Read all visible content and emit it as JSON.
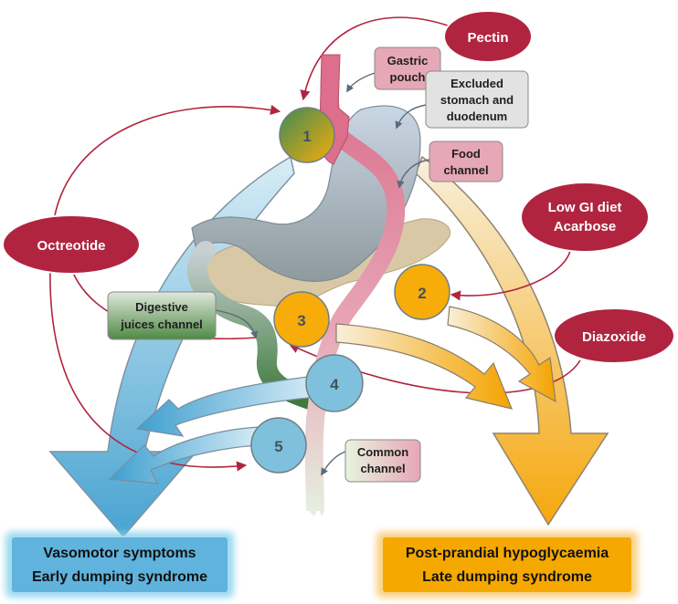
{
  "drugs": {
    "pectin": "Pectin",
    "octreotide": "Octreotide",
    "lowgi_line1": "Low GI diet",
    "lowgi_line2": "Acarbose",
    "diazoxide": "Diazoxide"
  },
  "anatomy": {
    "gastric_pouch_line1": "Gastric",
    "gastric_pouch_line2": "pouch",
    "excluded_line1": "Excluded",
    "excluded_line2": "stomach and",
    "excluded_line3": "duodenum",
    "food_channel_line1": "Food",
    "food_channel_line2": "channel",
    "digestive_line1": "Digestive",
    "digestive_line2": "juices channel",
    "common_line1": "Common",
    "common_line2": "channel"
  },
  "nodes": {
    "n1": "1",
    "n2": "2",
    "n3": "3",
    "n4": "4",
    "n5": "5"
  },
  "outcomes": {
    "vasomotor_line1": "Vasomotor symptoms",
    "vasomotor_line2": "Early dumping syndrome",
    "hypo_line1": "Post-prandial hypoglycaemia",
    "hypo_line2": "Late dumping syndrome"
  },
  "colors": {
    "drug_fill": "#b0243f",
    "blue_arrow": "#5aaed6",
    "orange_arrow": "#f5a800",
    "inhibit_line": "#b0243f",
    "node_blue": "#7fc0dd",
    "node_orange": "#f7ac0a"
  }
}
